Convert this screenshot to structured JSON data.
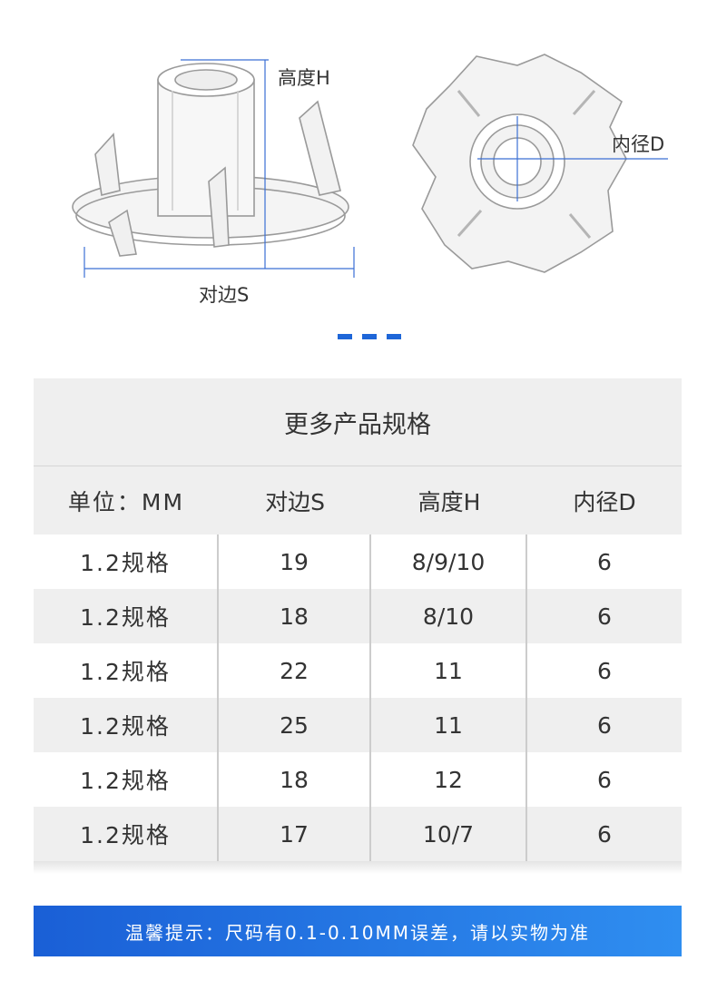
{
  "diagram": {
    "height_label": "高度H",
    "side_label": "对边S",
    "inner_label": "内径D"
  },
  "spec_table": {
    "title": "更多产品规格",
    "headers": [
      "单位：MM",
      "对边S",
      "高度H",
      "内径D"
    ],
    "rows": [
      [
        "1.2规格",
        "19",
        "8/9/10",
        "6"
      ],
      [
        "1.2规格",
        "18",
        "8/10",
        "6"
      ],
      [
        "1.2规格",
        "22",
        "11",
        "6"
      ],
      [
        "1.2规格",
        "25",
        "11",
        "6"
      ],
      [
        "1.2规格",
        "18",
        "12",
        "6"
      ],
      [
        "1.2规格",
        "17",
        "10/7",
        "6"
      ]
    ]
  },
  "notice": {
    "text": "温馨提示：尺码有0.1-0.10MM误差，请以实物为准"
  },
  "colors": {
    "accent_blue": "#1e66d8",
    "table_gray": "#efefef"
  }
}
